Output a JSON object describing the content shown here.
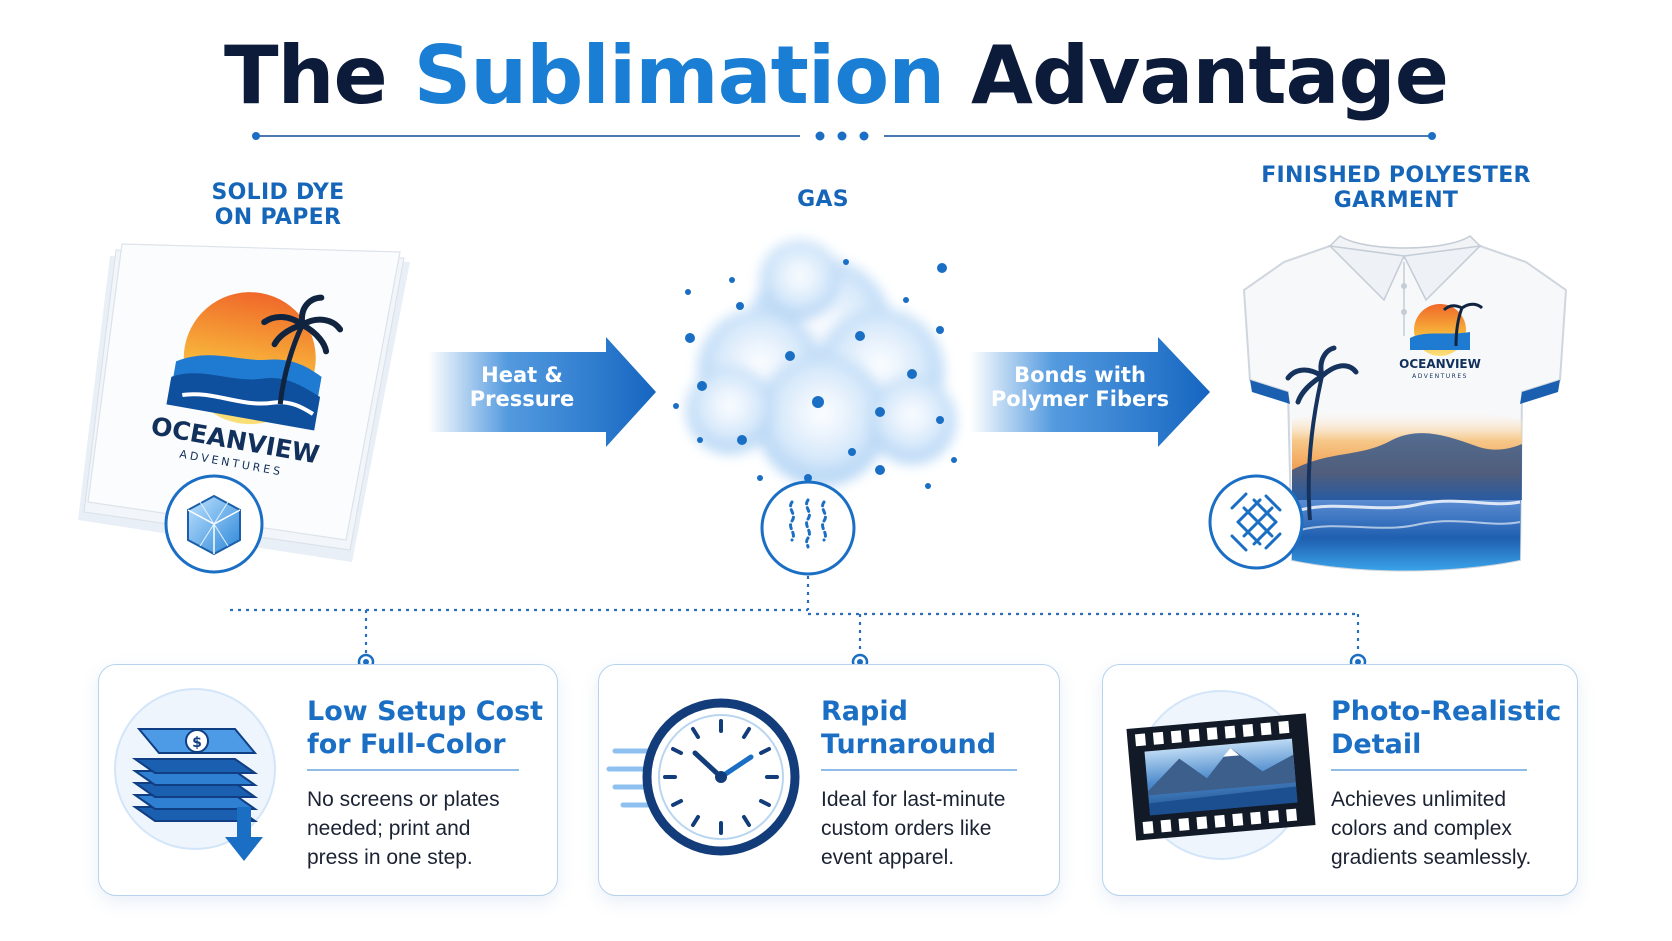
{
  "title": {
    "part1": "The",
    "part2": "Sublimation",
    "part3": "Advantage"
  },
  "stages": [
    {
      "label_line1": "SOLID DYE",
      "label_line2": "ON PAPER",
      "icon": "ice-cube-icon"
    },
    {
      "label_line1": "GAS",
      "icon": "vapor-waves-icon"
    },
    {
      "label_line1": "FINISHED POLYESTER",
      "label_line2": "GARMENT",
      "icon": "woven-fibers-icon"
    }
  ],
  "arrows": [
    {
      "line1": "Heat &",
      "line2": "Pressure"
    },
    {
      "line1": "Bonds with",
      "line2": "Polymer Fibers"
    }
  ],
  "logo": {
    "name": "OCEANVIEW",
    "sub": "ADVENTURES"
  },
  "benefits": [
    {
      "title_line1": "Low Setup Cost",
      "title_line2": "for Full-Color",
      "desc_line1": "No screens or plates",
      "desc_line2": "needed; print and",
      "desc_line3": "press in one step.",
      "icon": "money-stack-icon"
    },
    {
      "title_line1": "Rapid",
      "title_line2": "Turnaround",
      "desc_line1": "Ideal for last-minute",
      "desc_line2": "custom orders like",
      "desc_line3": "event apparel.",
      "icon": "clock-icon"
    },
    {
      "title_line1": "Photo-Realistic",
      "title_line2": "Detail",
      "desc_line1": "Achieves unlimited",
      "desc_line2": "colors and complex",
      "desc_line3": "gradients seamlessly.",
      "icon": "film-strip-icon"
    }
  ],
  "colors": {
    "navy": "#0d1b3a",
    "accent": "#1a7fd4",
    "label": "#1566b8"
  }
}
